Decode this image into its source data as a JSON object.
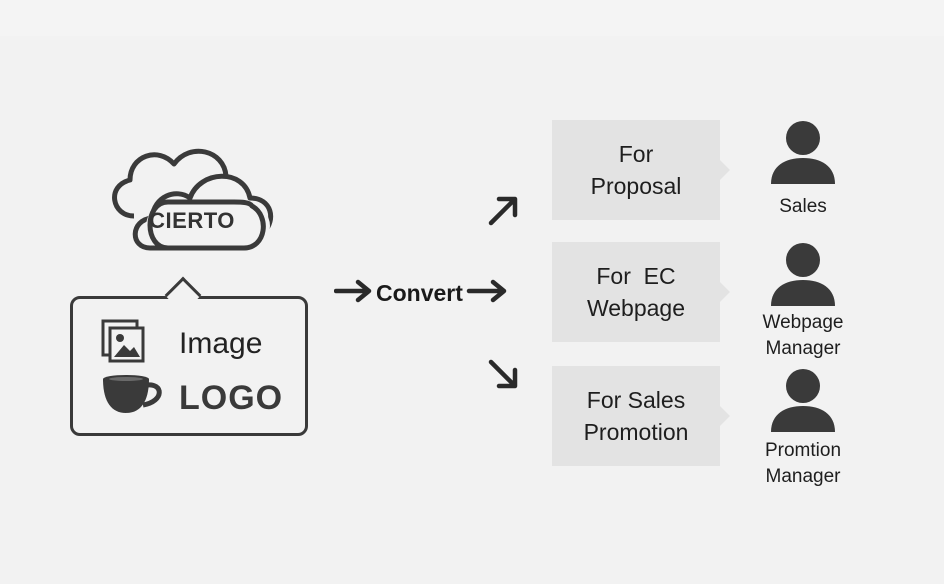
{
  "brand": {
    "name": "CIERTO"
  },
  "assets": {
    "image_label": "Image",
    "logo_label": "LOGO",
    "image_icon": "gallery-icon",
    "logo_icon": "coffee-cup-icon"
  },
  "flow": {
    "convert_label": "Convert"
  },
  "outputs": [
    {
      "line1": "For",
      "line2": "Proposal",
      "person_lines": [
        "Sales",
        ""
      ]
    },
    {
      "line1": "For  EC",
      "line2": "Webpage",
      "person_lines": [
        "Webpage",
        "Manager"
      ]
    },
    {
      "line1": "For Sales",
      "line2": "Promotion",
      "person_lines": [
        "Promtion",
        "Manager"
      ]
    }
  ],
  "colors": {
    "background": "#f2f2f2",
    "box_fill": "#e3e3e3",
    "icon": "#3a3a3a",
    "text": "#1e1e1e"
  }
}
